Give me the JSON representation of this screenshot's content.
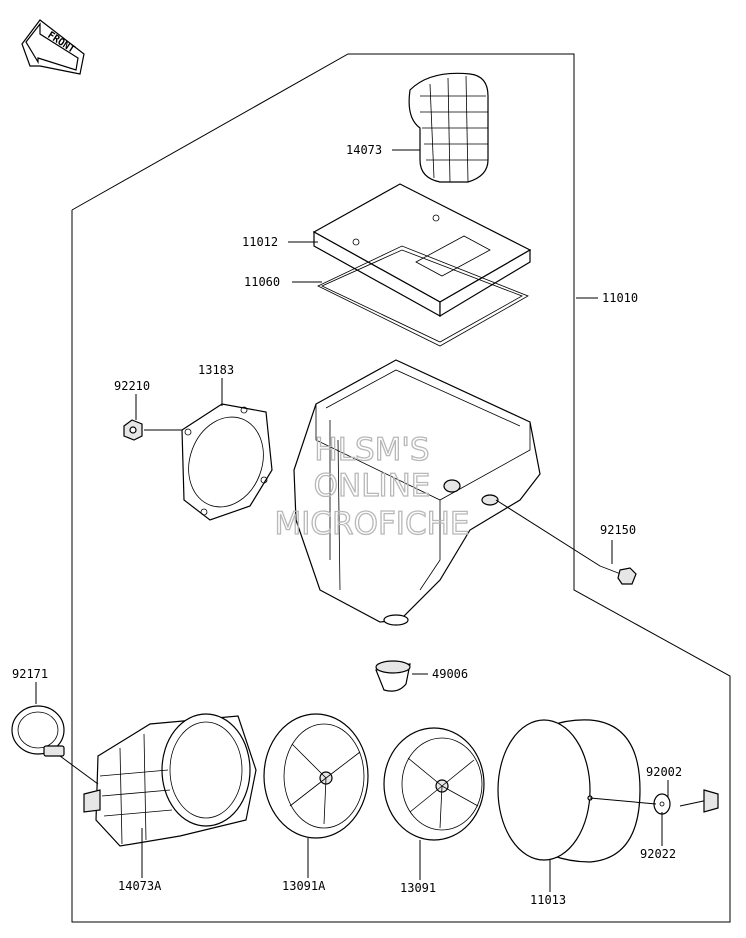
{
  "orientation": {
    "label": "FRONT",
    "icon": "front-arrow-icon"
  },
  "watermark": {
    "line1": "HLSM'S",
    "line2": "ONLINE",
    "line3": "MICROFICHE"
  },
  "parts": {
    "p14073": "14073",
    "p11012": "11012",
    "p11060": "11060",
    "p11010": "11010",
    "p92210": "92210",
    "p13183": "13183",
    "p92150": "92150",
    "p49006": "49006",
    "p92171": "92171",
    "p92002": "92002",
    "p92022": "92022",
    "p14073A": "14073A",
    "p13091A": "13091A",
    "p13091": "13091",
    "p11013": "11013"
  }
}
